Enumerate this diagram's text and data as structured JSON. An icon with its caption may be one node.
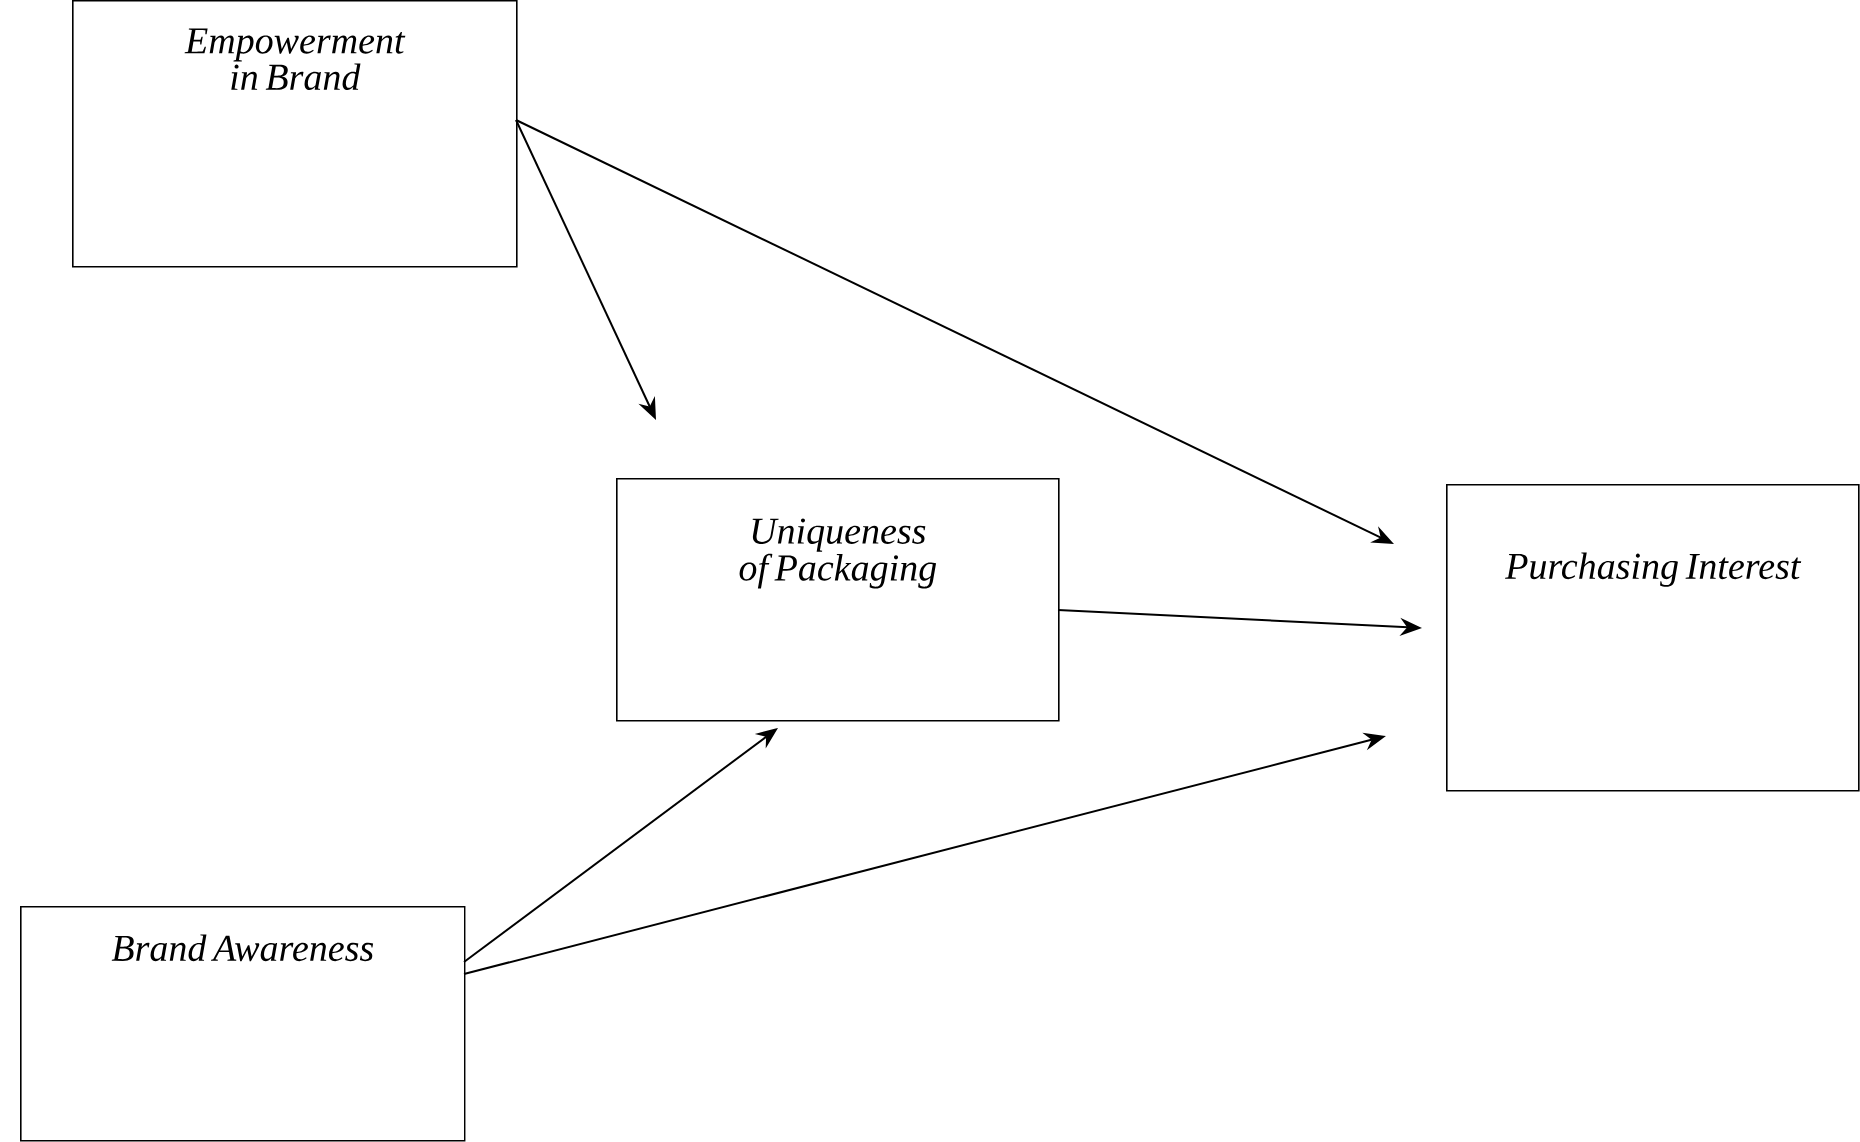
{
  "diagram": {
    "nodes": [
      {
        "text": [
          "Empowerment in Brand"
        ]
      },
      {
        "text": [
          "Uniqueness of Packaging"
        ]
      },
      {
        "text": [
          "Purchasing Interest"
        ]
      },
      {
        "text": [
          "Brand Awareness"
        ]
      }
    ],
    "edges": [
      {
        "from": 0,
        "to": 1,
        "arrow": "to"
      },
      {
        "from": 0,
        "to": 2,
        "arrow": "to"
      },
      {
        "from": 1,
        "to": 2,
        "arrow": "to"
      },
      {
        "from": 3,
        "to": 1,
        "arrow": "to"
      },
      {
        "from": 3,
        "to": 2,
        "arrow": "to"
      }
    ]
  }
}
